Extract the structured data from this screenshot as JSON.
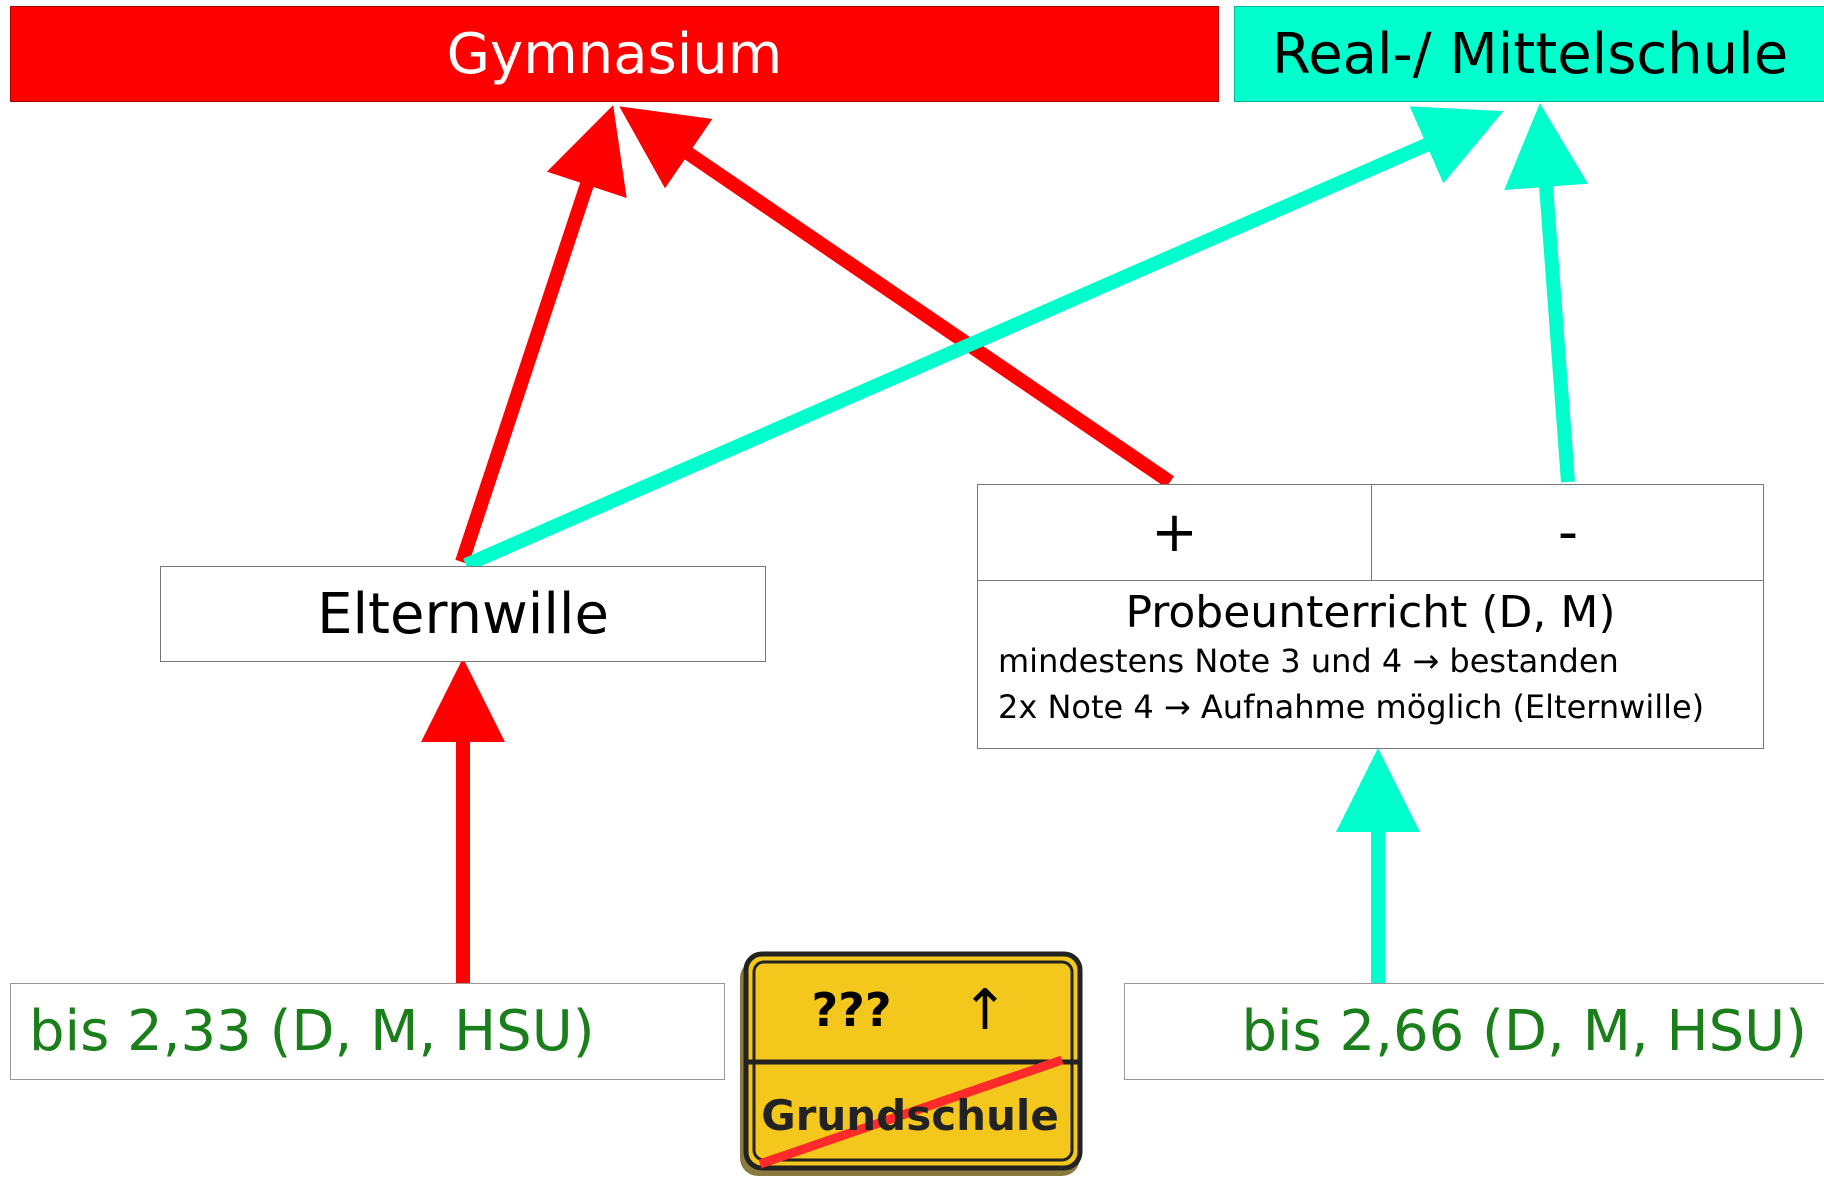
{
  "targets": {
    "gymnasium": "Gymnasium",
    "real_mittelschule": "Real-/ Mittelschule"
  },
  "elternwille": "Elternwille",
  "probeunterricht": {
    "plus": "+",
    "minus": "-",
    "title": "Probeunterricht (D, M)",
    "line1": "mindestens Note 3 und 4 → bestanden",
    "line2": "2x Note 4 → Aufnahme möglich (Elternwille)"
  },
  "bis_left": "bis 2,33 (D, M, HSU)",
  "bis_right": "bis 2,66 (D, M, HSU)",
  "sign": {
    "top": "???",
    "arrow": "↑",
    "bottom": "Grundschule"
  },
  "colors": {
    "red": "#ff0000",
    "turquoise": "#00ffcc",
    "green_text": "#1a7f1a",
    "sign_yellow": "#f4c71c"
  }
}
